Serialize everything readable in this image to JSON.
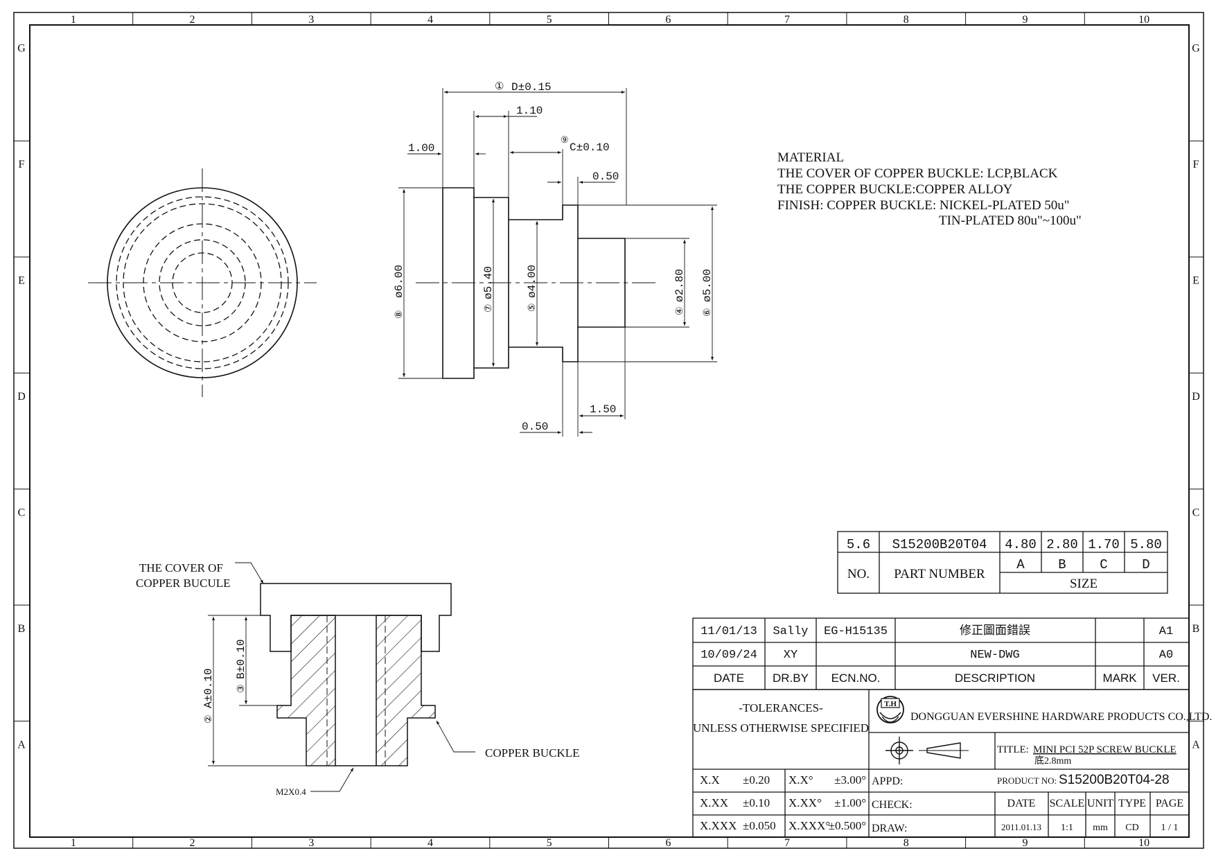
{
  "border": {
    "columns": [
      "1",
      "2",
      "3",
      "4",
      "5",
      "6",
      "7",
      "8",
      "9",
      "10"
    ],
    "rows": [
      "G",
      "F",
      "E",
      "D",
      "C",
      "B",
      "A"
    ]
  },
  "material": {
    "lines": [
      "MATERIAL",
      "THE COVER OF COPPER BUCKLE: LCP,BLACK",
      "THE COPPER BUCKLE:COPPER ALLOY",
      "FINISH: COPPER BUCKLE: NICKEL-PLATED 50u\"",
      "TIN-PLATED 80u\"~100u\""
    ]
  },
  "side_view": {
    "dim_D": "D±0.15",
    "balloon_D": "①",
    "dim_110": "1.10",
    "dim_100": "1.00",
    "dim_C": "C±0.10",
    "balloon_C": "⑨",
    "dim_050_top": "0.50",
    "dim_phi600": "ø6.00",
    "balloon_8": "⑧",
    "dim_phi540": "ø5.40",
    "balloon_7": "⑦",
    "dim_phi400": "ø4.00",
    "balloon_5": "⑤",
    "dim_phi280": "ø2.80",
    "balloon_4": "④",
    "dim_phi500": "ø5.00",
    "balloon_6": "⑥",
    "dim_150": "1.50",
    "dim_050_bottom": "0.50"
  },
  "section": {
    "cover_label_1": "THE COVER OF",
    "cover_label_2": "COPPER BUCULE",
    "buckle_label": "COPPER BUCKLE",
    "thread_label": "M2X0.4",
    "dim_A": "A±0.10",
    "balloon_A": "②",
    "dim_B": "B±0.10",
    "balloon_B": "③"
  },
  "size_table": {
    "row": [
      "5.6",
      "S15200B20T04",
      "4.80",
      "2.80",
      "1.70",
      "5.80"
    ],
    "no_header": "NO.",
    "pn_header": "PART NUMBER",
    "sub_headers": [
      "A",
      "B",
      "C",
      "D"
    ],
    "size_header": "SIZE"
  },
  "revisions": {
    "rows": [
      [
        "11/01/13",
        "Sally",
        "EG-H15135",
        "修正圖面錯誤",
        "",
        "A1"
      ],
      [
        "10/09/24",
        "XY",
        "",
        "NEW-DWG",
        "",
        "A0"
      ]
    ],
    "headers": [
      "DATE",
      "DR.BY",
      "ECN.NO.",
      "DESCRIPTION",
      "MARK",
      "VER."
    ]
  },
  "tolerances": {
    "title": "-TOLERANCES-",
    "subtitle": "UNLESS OTHERWISE SPECIFIED",
    "rows": [
      [
        "X.X",
        "±0.20",
        "X.X°",
        "±3.00°"
      ],
      [
        "X.XX",
        "±0.10",
        "X.XX°",
        "±1.00°"
      ],
      [
        "X.XXX",
        "±0.050",
        "X.XXX°",
        "±0.500°"
      ]
    ]
  },
  "title_block": {
    "logo_text": "T.H",
    "company": "DONGGUAN EVERSHINE HARDWARE PRODUCTS CO.,LTD.",
    "title_label": "TITLE:",
    "title_value": "MINI PCI 52P SCREW BUCKLE",
    "title_sub": "底2.8mm",
    "appd_label": "APPD:",
    "check_label": "CHECK:",
    "draw_label": "DRAW:",
    "product_no_label": "PRODUCT NO:",
    "product_no": "S15200B20T04-28",
    "headers": [
      "DATE",
      "SCALE",
      "UNIT",
      "TYPE",
      "PAGE"
    ],
    "values": [
      "2011.01.13",
      "1:1",
      "mm",
      "CD",
      "1 / 1"
    ]
  }
}
